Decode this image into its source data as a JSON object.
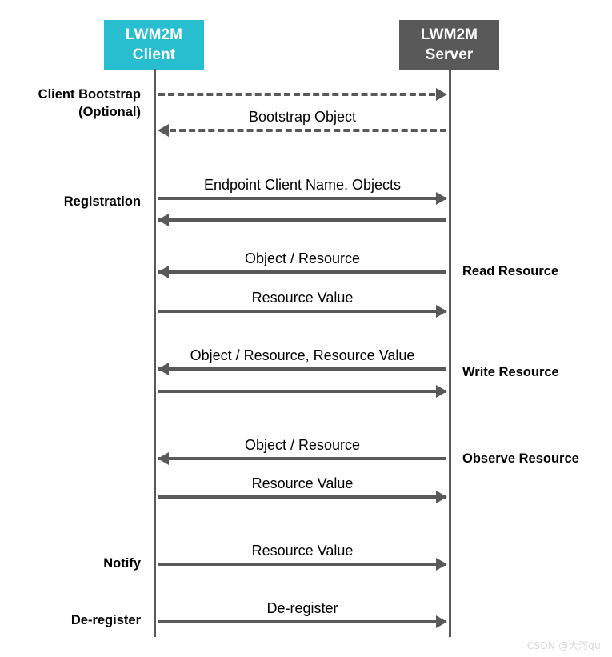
{
  "diagram": {
    "title": "LWM2M Client-Server Interaction Sequence",
    "colors": {
      "client_box": "#29becf",
      "server_box": "#595959",
      "line": "#595959",
      "text": "#000000",
      "watermark": "#d8d8d8"
    }
  },
  "actors": {
    "client": {
      "line1": "LWM2M",
      "line2": "Client"
    },
    "server": {
      "line1": "LWM2M",
      "line2": "Server"
    }
  },
  "phases": [
    {
      "id": "bootstrap",
      "side": "left",
      "label": "Client Bootstrap\n(Optional)"
    },
    {
      "id": "registration",
      "side": "left",
      "label": "Registration"
    },
    {
      "id": "read",
      "side": "right",
      "label": "Read Resource"
    },
    {
      "id": "write",
      "side": "right",
      "label": "Write Resource"
    },
    {
      "id": "observe",
      "side": "right",
      "label": "Observe Resource"
    },
    {
      "id": "notify",
      "side": "left",
      "label": "Notify"
    },
    {
      "id": "deregister",
      "side": "left",
      "label": "De-register"
    }
  ],
  "messages": [
    {
      "id": "bootstrap-request",
      "label": "",
      "direction": "to-right",
      "style": "dashed"
    },
    {
      "id": "bootstrap-object",
      "label": "Bootstrap Object",
      "direction": "to-left",
      "style": "dashed"
    },
    {
      "id": "registration-request",
      "label": "Endpoint Client Name, Objects",
      "direction": "to-right",
      "style": "solid"
    },
    {
      "id": "registration-ack",
      "label": "",
      "direction": "to-left",
      "style": "solid"
    },
    {
      "id": "read-request",
      "label": "Object / Resource",
      "direction": "to-left",
      "style": "solid"
    },
    {
      "id": "read-response",
      "label": "Resource Value",
      "direction": "to-right",
      "style": "solid"
    },
    {
      "id": "write-request",
      "label": "Object / Resource, Resource Value",
      "direction": "to-left",
      "style": "solid"
    },
    {
      "id": "write-ack",
      "label": "",
      "direction": "to-right",
      "style": "solid"
    },
    {
      "id": "observe-request",
      "label": "Object / Resource",
      "direction": "to-left",
      "style": "solid"
    },
    {
      "id": "observe-response",
      "label": "Resource Value",
      "direction": "to-right",
      "style": "solid"
    },
    {
      "id": "notify-message",
      "label": "Resource Value",
      "direction": "to-right",
      "style": "solid"
    },
    {
      "id": "deregister-message",
      "label": "De-register",
      "direction": "to-right",
      "style": "solid"
    }
  ],
  "watermark": {
    "text": "CSDN @大河qu"
  }
}
